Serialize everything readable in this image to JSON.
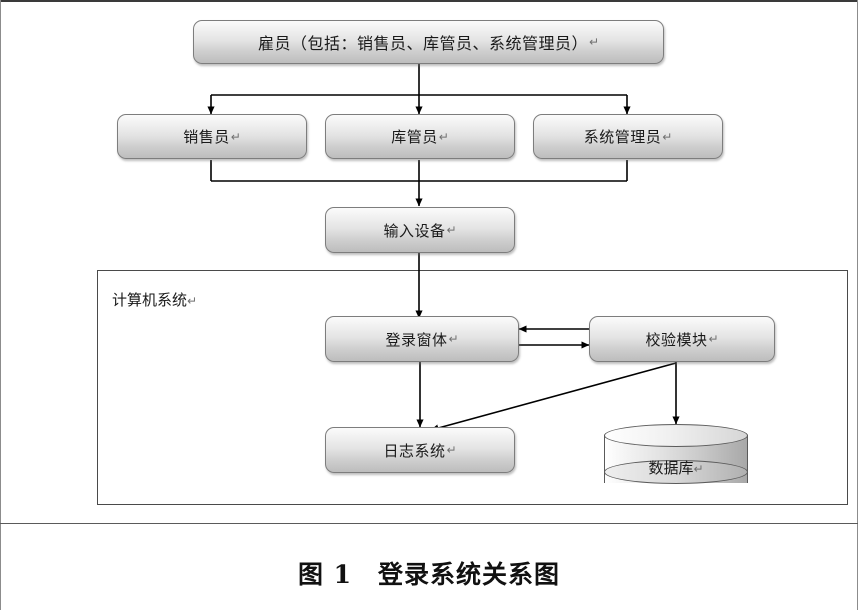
{
  "figure": {
    "caption": "图 1　登录系统关系图",
    "type": "flow-diagram",
    "pilcrow": "↵"
  },
  "nodes": {
    "employees": {
      "label": "雇员（包括：销售员、库管员、系统管理员）",
      "shape": "rounded-box"
    },
    "salesperson": {
      "label": "销售员",
      "shape": "rounded-box"
    },
    "warehouse_keeper": {
      "label": "库管员",
      "shape": "rounded-box"
    },
    "system_admin": {
      "label": "系统管理员",
      "shape": "rounded-box"
    },
    "input_device": {
      "label": "输入设备",
      "shape": "rounded-box"
    },
    "login_form": {
      "label": "登录窗体",
      "shape": "rounded-box"
    },
    "verify_module": {
      "label": "校验模块",
      "shape": "rounded-box"
    },
    "log_system": {
      "label": "日志系统",
      "shape": "rounded-box"
    },
    "database": {
      "label": "数据库",
      "shape": "cylinder"
    }
  },
  "group": {
    "label": "计算机系统",
    "members": [
      "login_form",
      "verify_module",
      "log_system",
      "database"
    ]
  },
  "edges": [
    {
      "from": "employees",
      "to": "salesperson",
      "style": "orthogonal",
      "arrow": "end"
    },
    {
      "from": "employees",
      "to": "warehouse_keeper",
      "style": "straight",
      "arrow": "end"
    },
    {
      "from": "employees",
      "to": "system_admin",
      "style": "orthogonal",
      "arrow": "end"
    },
    {
      "from": "salesperson",
      "to": "input_device",
      "style": "orthogonal",
      "arrow": "end"
    },
    {
      "from": "warehouse_keeper",
      "to": "input_device",
      "style": "straight",
      "arrow": "end"
    },
    {
      "from": "system_admin",
      "to": "input_device",
      "style": "orthogonal",
      "arrow": "end"
    },
    {
      "from": "input_device",
      "to": "login_form",
      "style": "straight",
      "arrow": "end"
    },
    {
      "from": "login_form",
      "to": "verify_module",
      "style": "straight",
      "arrow": "end"
    },
    {
      "from": "verify_module",
      "to": "login_form",
      "style": "straight",
      "arrow": "end"
    },
    {
      "from": "login_form",
      "to": "log_system",
      "style": "straight",
      "arrow": "end"
    },
    {
      "from": "verify_module",
      "to": "log_system",
      "style": "diagonal",
      "arrow": "end"
    },
    {
      "from": "verify_module",
      "to": "database",
      "style": "straight",
      "arrow": "end"
    }
  ],
  "colors": {
    "node_border": "#7d7d7d",
    "group_border": "#4a4a4a",
    "connector": "#000000",
    "text": "#1a1a1a",
    "page_rule": "#3a3a3a"
  }
}
